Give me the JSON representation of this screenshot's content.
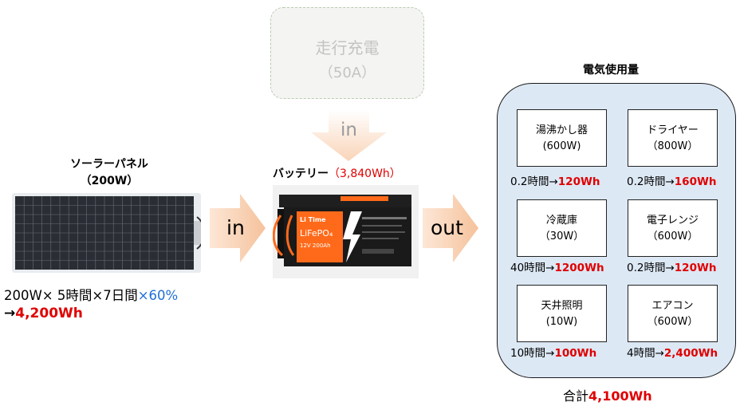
{
  "ghost_box": {
    "line1": "走行充電",
    "line2": "（50A）"
  },
  "arrows": {
    "down_label": "in",
    "solar_in_label": "in",
    "battery_out_label": "out"
  },
  "solar": {
    "title_line1": "ソーラーパネル",
    "title_line2": "（200W）",
    "calc_main": "200W× 5時間×7日間",
    "calc_factor": "×60%",
    "result_prefix": "→",
    "result_value": "4,200Wh"
  },
  "battery": {
    "title": "バッテリー",
    "capacity": "（3,840Wh）",
    "brand": "Li Time",
    "label": "LiFePO₄",
    "spec": "12V 200Ah"
  },
  "usage": {
    "title": "電気使用量",
    "items": [
      {
        "name": "湯沸かし器",
        "power": "(600W)",
        "time": "0.2時間→",
        "wh": "120Wh"
      },
      {
        "name": "ドライヤー",
        "power": "（800W）",
        "time": "0.2時間→",
        "wh": "160Wh"
      },
      {
        "name": "冷蔵庫",
        "power": "（30W）",
        "time": "40時間→",
        "wh": "1200Wh"
      },
      {
        "name": "電子レンジ",
        "power": "（600W）",
        "time": "0.2時間→",
        "wh": "120Wh"
      },
      {
        "name": "天井照明",
        "power": "(10W)",
        "time": "10時間→",
        "wh": "100Wh"
      },
      {
        "name": "エアコン",
        "power": "（600W）",
        "time": "4時間→",
        "wh": "2,400Wh"
      }
    ],
    "total_prefix": "合計",
    "total_value": "4,100Wh"
  },
  "colors": {
    "arrow": "#f6c9a8",
    "arrow_fade": "#f9d9c2",
    "panel_bg": "#dce8f4",
    "highlight_red": "#e00000",
    "highlight_blue": "#1f6fd6"
  }
}
